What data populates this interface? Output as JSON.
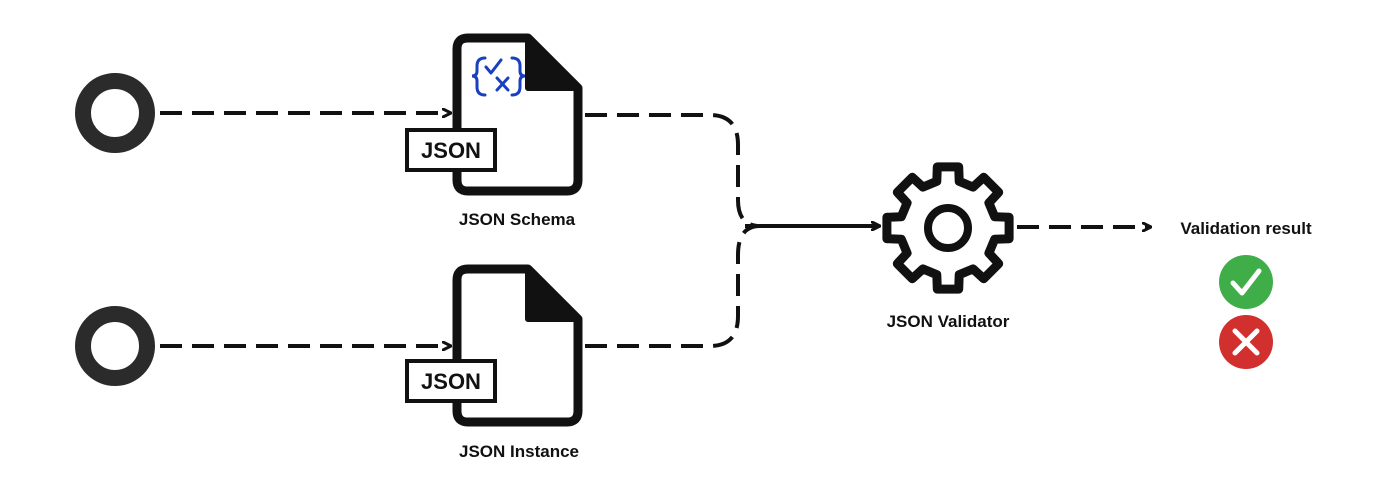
{
  "nodes": {
    "schema": {
      "label": "JSON Schema",
      "tag": "JSON",
      "icon": "curly-braces-check-cross-icon"
    },
    "instance": {
      "label": "JSON Instance",
      "tag": "JSON"
    },
    "validator": {
      "label": "JSON Validator",
      "icon": "gear-icon"
    },
    "result": {
      "label": "Validation result"
    }
  },
  "colors": {
    "stroke": "#111111",
    "circle": "#2b2b2b",
    "braces": "#1a3fbf",
    "valid": "#3fae49",
    "invalid": "#d22f2f"
  }
}
